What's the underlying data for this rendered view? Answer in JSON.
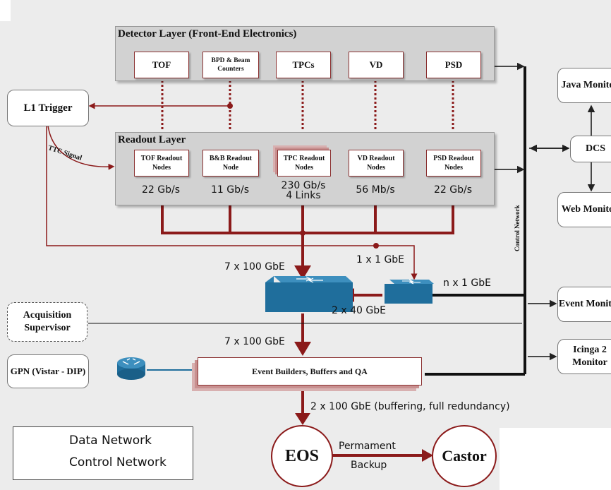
{
  "detector_layer": {
    "title": "Detector  Layer (Front-End Electronics)",
    "modules": [
      "TOF",
      "BPD & Beam Counters",
      "TPCs",
      "VD",
      "PSD"
    ]
  },
  "readout_layer": {
    "title": "Readout Layer",
    "nodes": [
      {
        "label": "TOF Readout Nodes",
        "rate": "22 Gb/s"
      },
      {
        "label": "B&B Readout Node",
        "rate": "11 Gb/s"
      },
      {
        "label": "TPC Readout Nodes",
        "rate": "230 Gb/s",
        "rate2": "4 Links"
      },
      {
        "label": "VD  Readout Nodes",
        "rate": "56 Mb/s"
      },
      {
        "label": "PSD Readout Nodes",
        "rate": "22 Gb/s"
      }
    ]
  },
  "l1_trigger": "L1 Trigger",
  "ttc_signal": "TTC Signal",
  "links": {
    "main_up": "7 x 100 GbE",
    "small": "1 x 1 GbE",
    "n_link": "n x 1 GbE",
    "x40": "2 x 40 GbE",
    "main_down": "7 x 100 GbE",
    "eos_link": "2 x 100 GbE (buffering, full redundancy)"
  },
  "acquisition_supervisor": "Acquisition Supervisor",
  "gpn": "GPN (Vistar - DIP)",
  "event_builders": "Event Builders, Buffers and QA",
  "control_network": "Control Network",
  "right_boxes": {
    "java": "Java Monitor",
    "dcs": "DCS",
    "web": "Web Monitor",
    "event": "Event Monitor",
    "icinga": "Icinga 2 Monitor"
  },
  "storage": {
    "eos": "EOS",
    "castor": "Castor",
    "transfer_line1": "Permament",
    "transfer_line2": "Backup"
  },
  "legend": {
    "data": "Data Network",
    "control": "Control Network"
  },
  "colors": {
    "data_network": "#8b1a1a",
    "control_network": "#000000",
    "switch": "#1f6e9c",
    "layer_bg": "#d2d2d2"
  }
}
